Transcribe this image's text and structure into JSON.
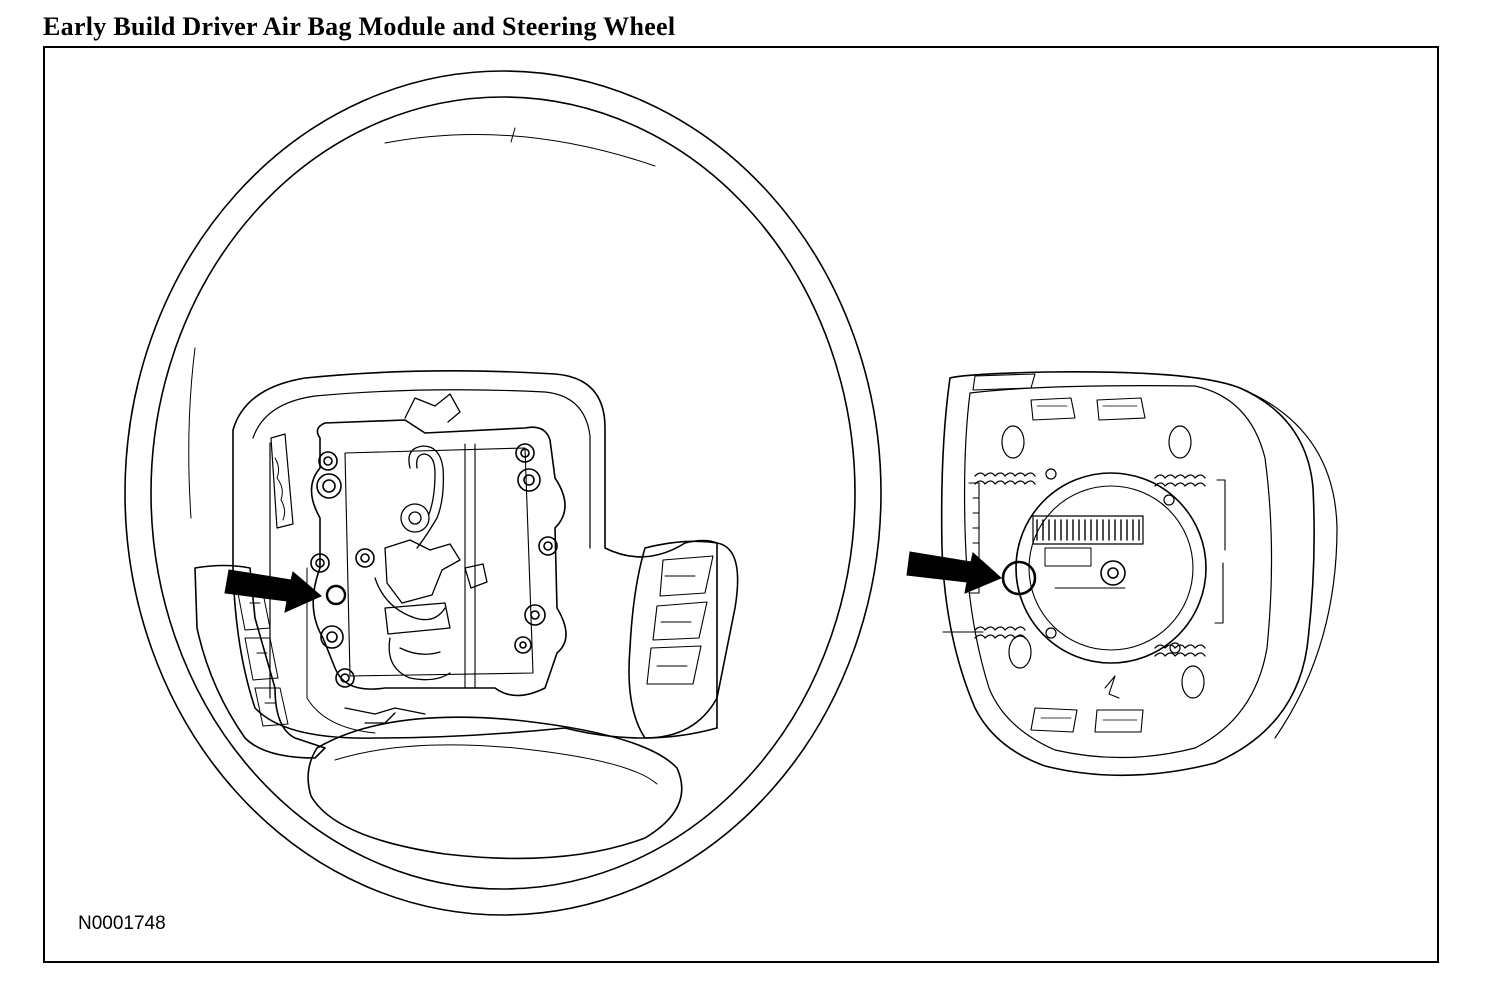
{
  "document": {
    "title": "Early Build Driver Air Bag Module and Steering Wheel"
  },
  "figure": {
    "id": "N0001748",
    "callouts": [
      {
        "name": "steering-wheel-connector-arrow",
        "target": "steering wheel"
      },
      {
        "name": "air-bag-module-connector-arrow",
        "target": "driver air bag module"
      }
    ],
    "line_color": "#000000",
    "background_color": "#ffffff"
  }
}
